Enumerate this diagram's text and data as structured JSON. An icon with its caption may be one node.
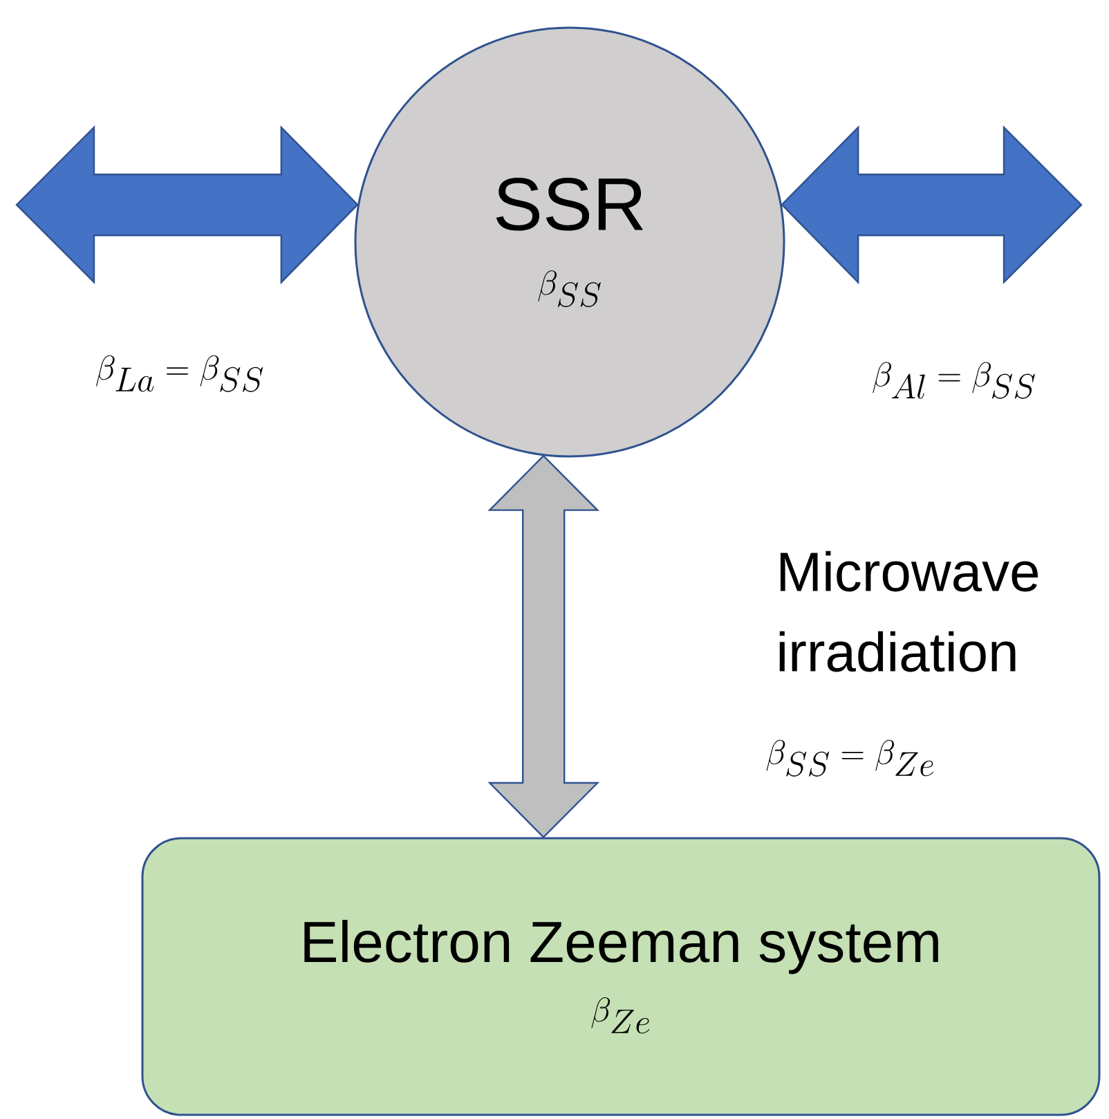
{
  "diagram": {
    "nodes": [
      {
        "text": [
          "SSR",
          "\\beta_{SS}"
        ]
      },
      {
        "text": [
          "Electron Zeeman system",
          "\\beta_{Ze}"
        ]
      }
    ],
    "edges": [
      {
        "from": null,
        "to": 0,
        "arrow": "both"
      },
      {
        "from": 0,
        "to": null,
        "arrow": "both"
      },
      {
        "from": 0,
        "to": 1,
        "arrow": "both",
        "label": "Microwave irradiation",
        "color": "#bfbfbf"
      }
    ],
    "labels": [
      "\\beta_{La} = \\beta_{SS}",
      "\\beta_{Al} = \\beta_{SS}",
      "\\beta_{SS} = \\beta_{Ze}"
    ]
  }
}
